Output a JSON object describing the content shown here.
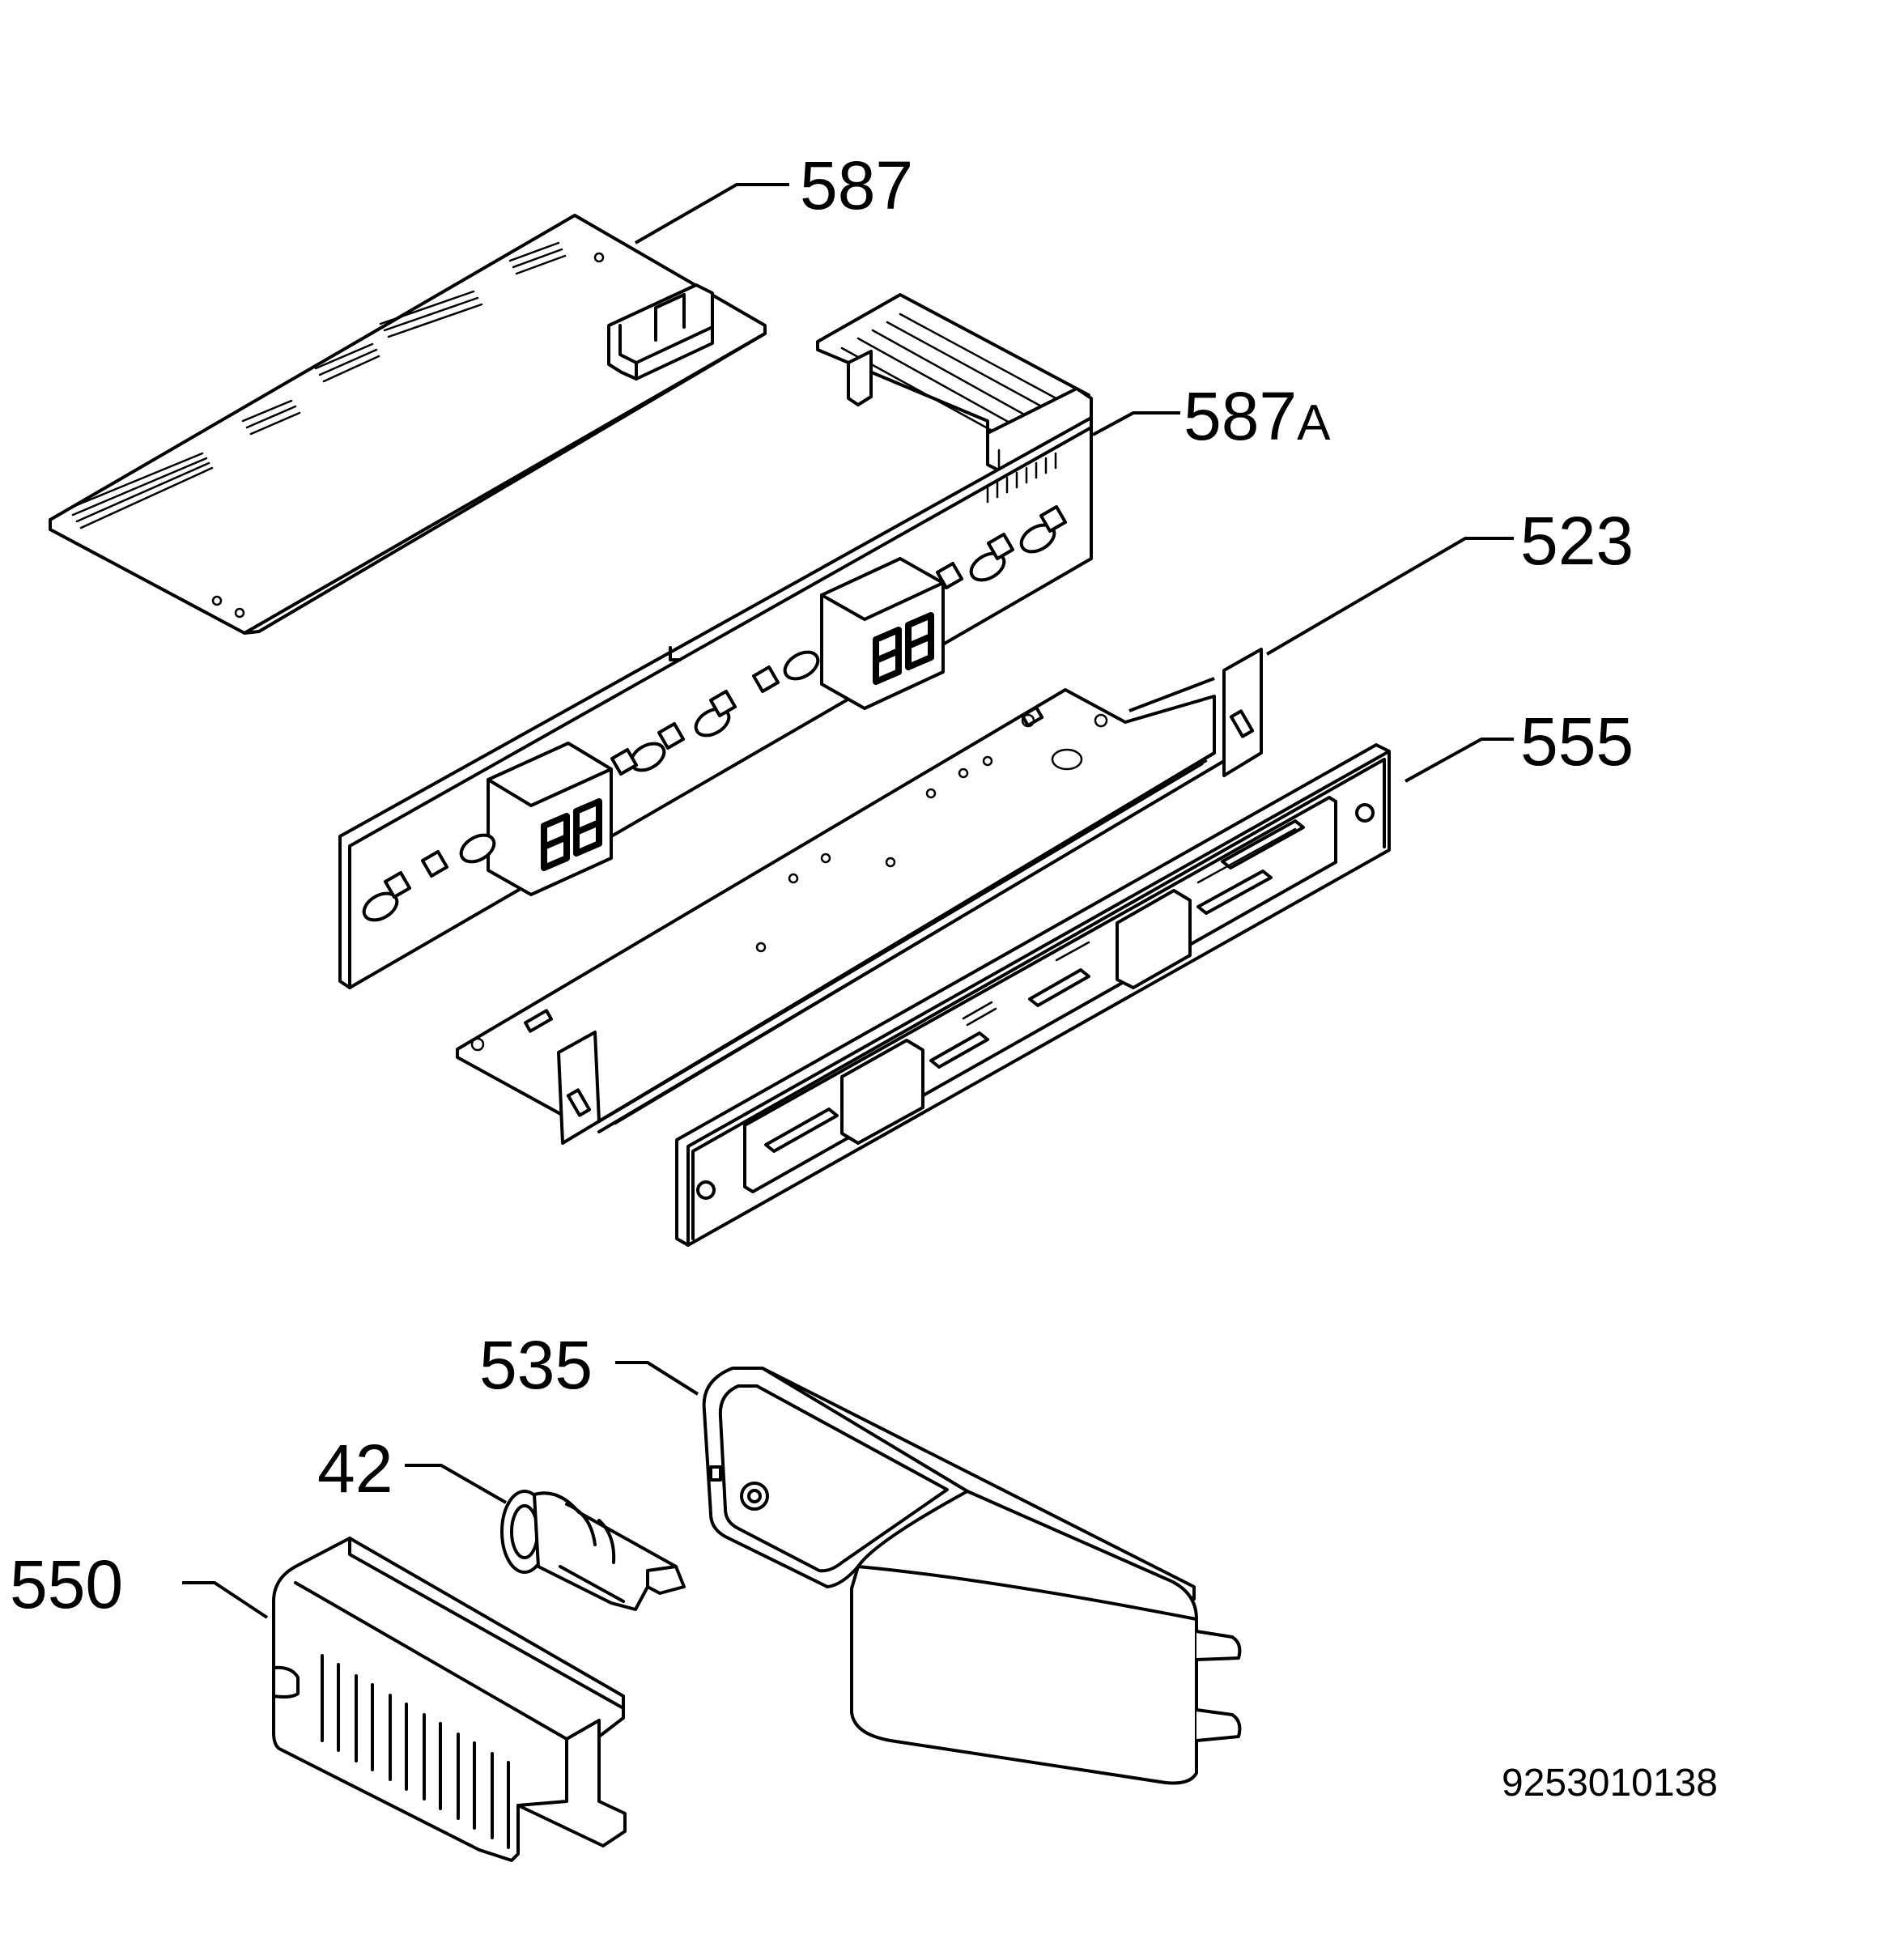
{
  "labels": {
    "p587": "587",
    "p587a_num": "587",
    "p587a_suffix": "A",
    "p523": "523",
    "p555": "555",
    "p535": "535",
    "p42": "42",
    "p550": "550"
  },
  "drawing_number": "9253010138",
  "icons": [
    "pcb-board-icon",
    "display-board-icon",
    "bracket-icon",
    "front-panel-icon",
    "housing-icon",
    "lamp-holder-icon",
    "lamp-cover-icon"
  ]
}
